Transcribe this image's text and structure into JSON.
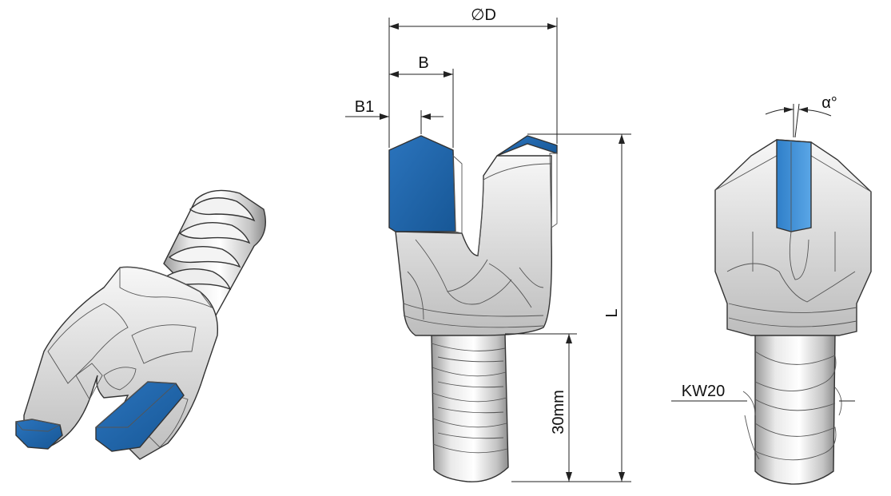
{
  "dimensions": {
    "diameter": "∅D",
    "b": "B",
    "b1": "B1",
    "length": "L",
    "shank": "30mm",
    "wrench": "KW20",
    "angle": "α°"
  },
  "colors": {
    "carbide_blue": "#1f64a8",
    "carbide_blue_light": "#3d8fd6",
    "steel_light": "#efefef",
    "steel_mid": "#cfcfcf",
    "steel_dark": "#8a8a8a",
    "line": "#222222"
  }
}
